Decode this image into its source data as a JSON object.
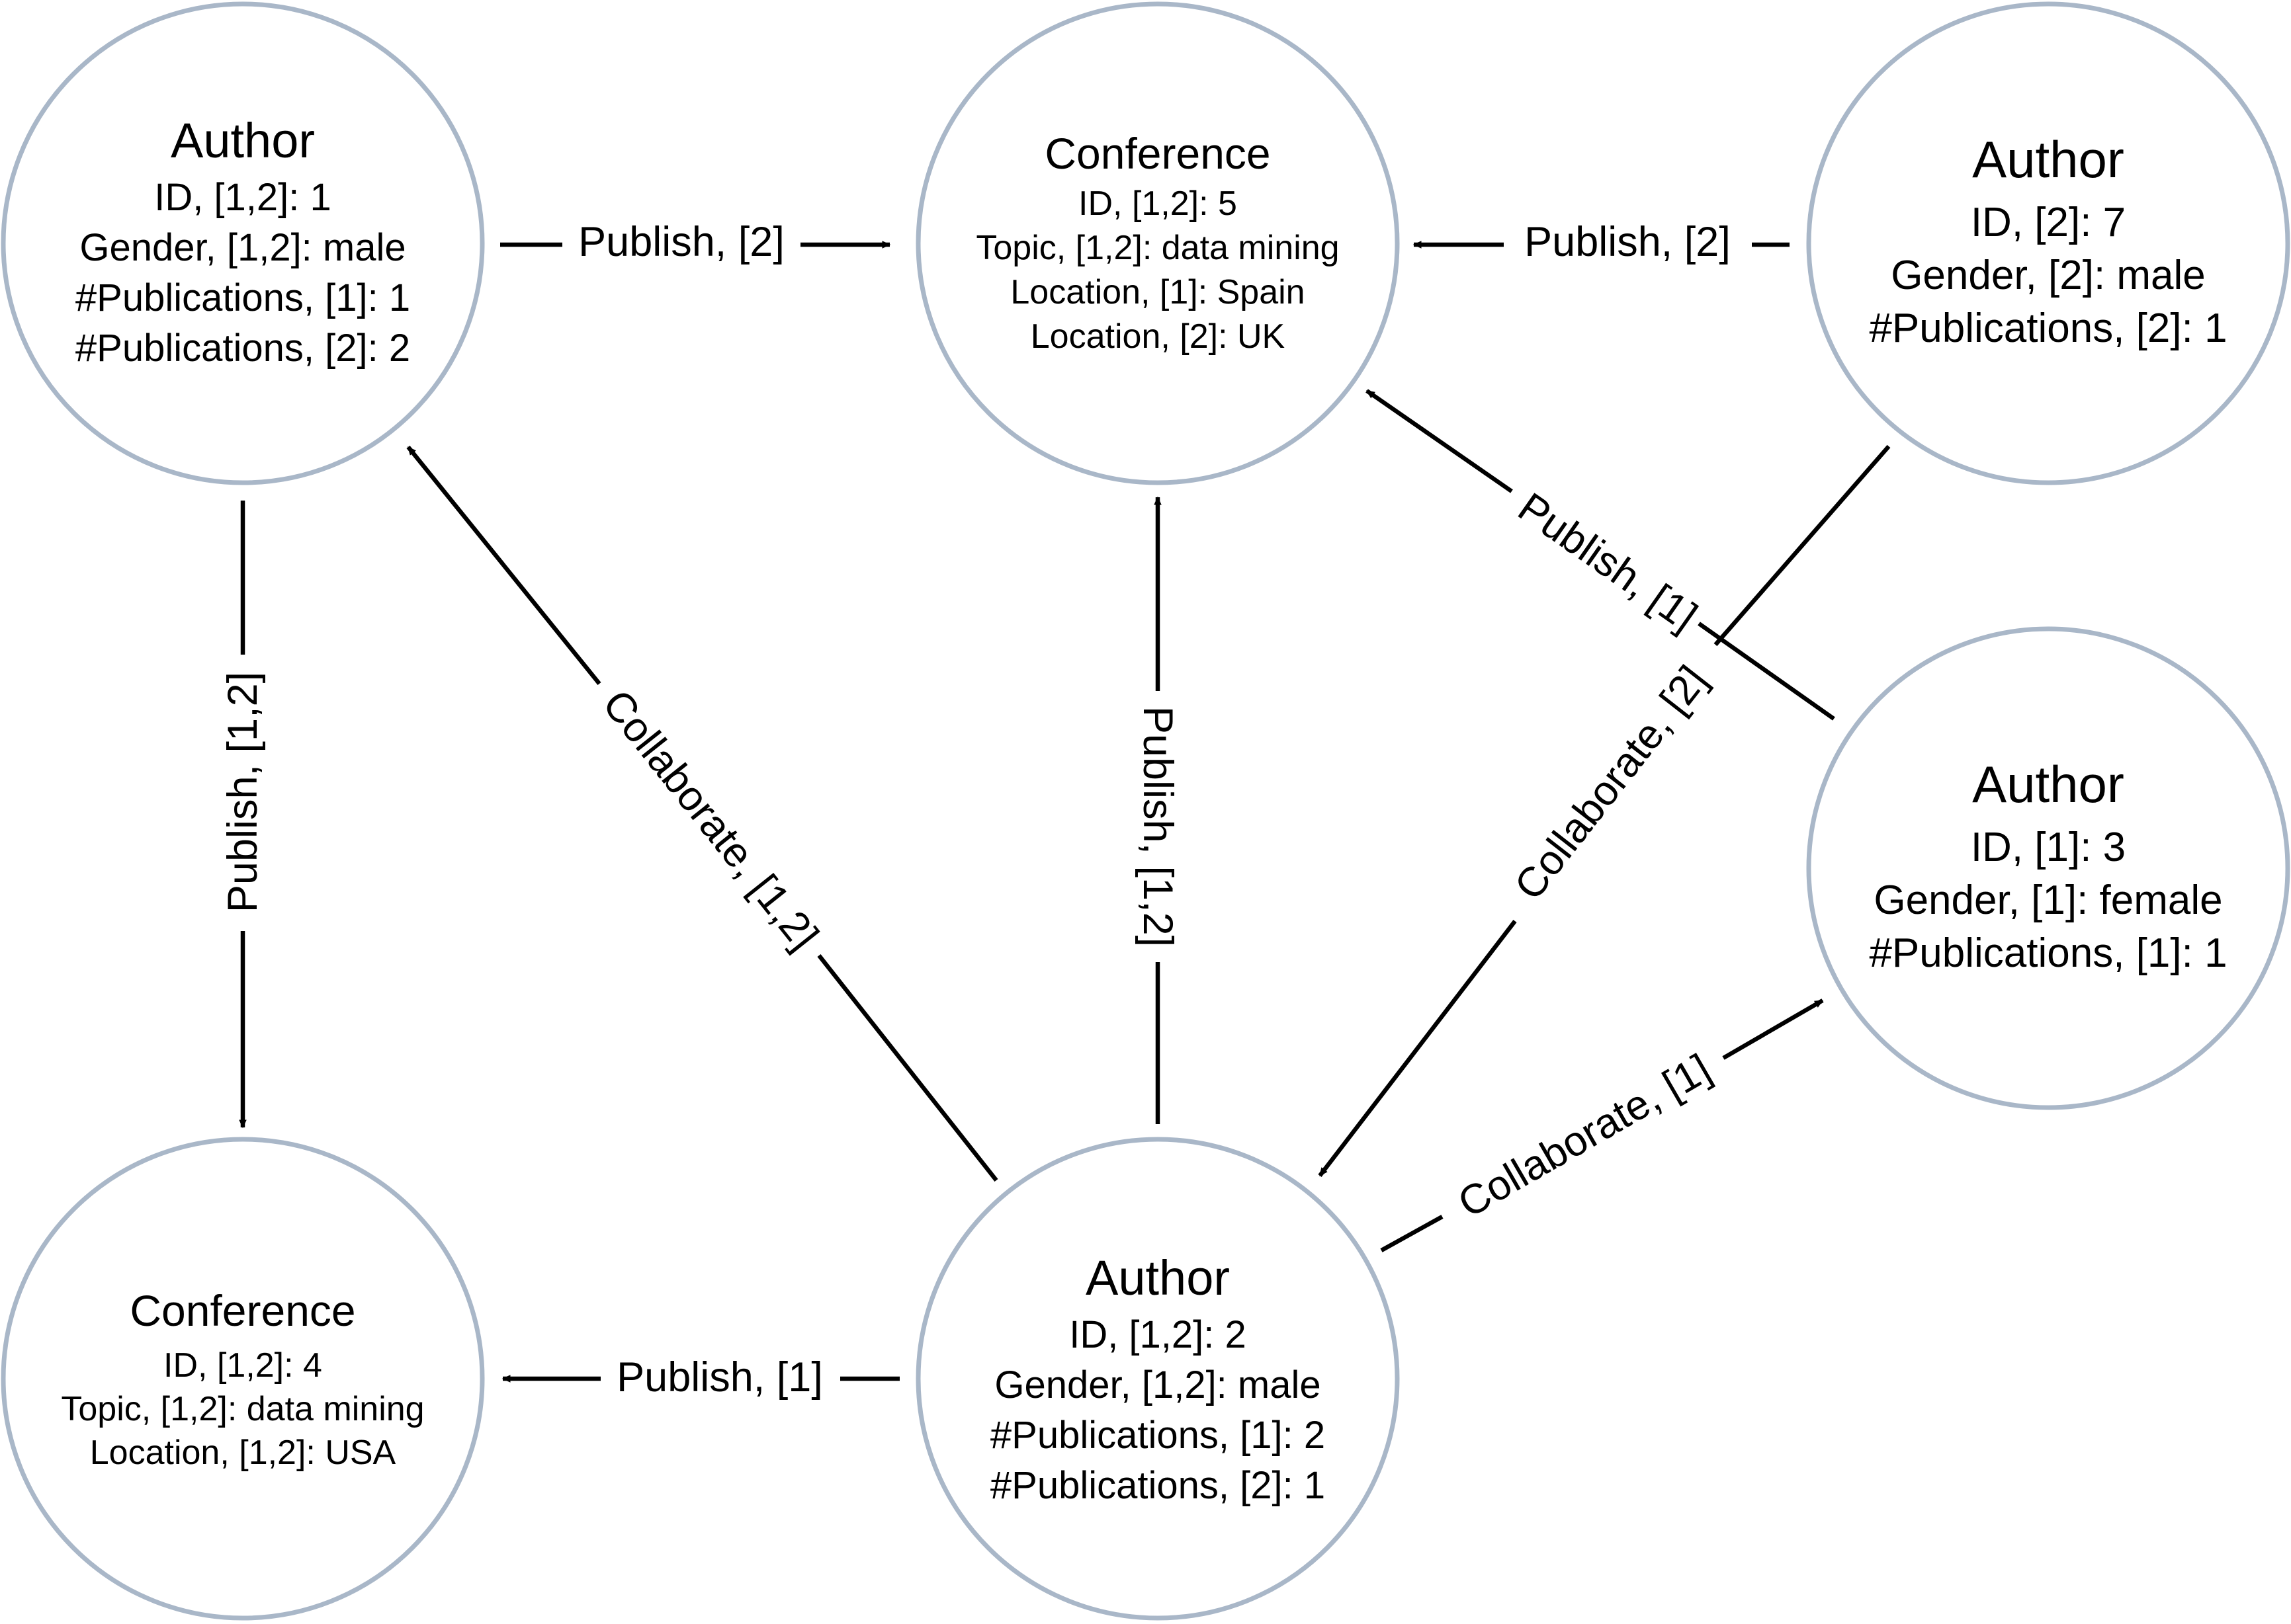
{
  "nodes": {
    "author1": {
      "type": "Author",
      "attributes": [
        "ID, [1,2]: 1",
        "Gender, [1,2]: male",
        "#Publications, [1]: 1",
        "#Publications, [2]: 2"
      ]
    },
    "conference5": {
      "type": "Conference",
      "attributes": [
        "ID, [1,2]: 5",
        "Topic, [1,2]: data mining",
        "Location, [1]: Spain",
        "Location, [2]: UK"
      ]
    },
    "author7": {
      "type": "Author",
      "attributes": [
        "ID, [2]: 7",
        "Gender, [2]: male",
        "#Publications, [2]: 1"
      ]
    },
    "author3": {
      "type": "Author",
      "attributes": [
        "ID, [1]: 3",
        "Gender, [1]: female",
        "#Publications, [1]: 1"
      ]
    },
    "conference4": {
      "type": "Conference",
      "attributes": [
        "ID, [1,2]: 4",
        "Topic, [1,2]: data mining",
        "Location, [1,2]: USA"
      ]
    },
    "author2": {
      "type": "Author",
      "attributes": [
        "ID, [1,2]: 2",
        "Gender, [1,2]: male",
        "#Publications, [1]: 2",
        "#Publications, [2]: 1"
      ]
    }
  },
  "edges": {
    "a1_c5": "Publish, [2]",
    "a7_c5": "Publish, [2]",
    "a1_c4": "Publish, [1,2]",
    "a2_a1": "Collaborate, [1,2]",
    "a2_c5": "Publish, [1,2]",
    "a3_c5": "Publish, [1]",
    "a7_a2": "Collaborate, [2]",
    "a2_a3": "Collaborate, [1]",
    "a2_c4": "Publish, [1]"
  },
  "colors": {
    "node_border": "#a9b7c8",
    "edge": "#000000"
  }
}
